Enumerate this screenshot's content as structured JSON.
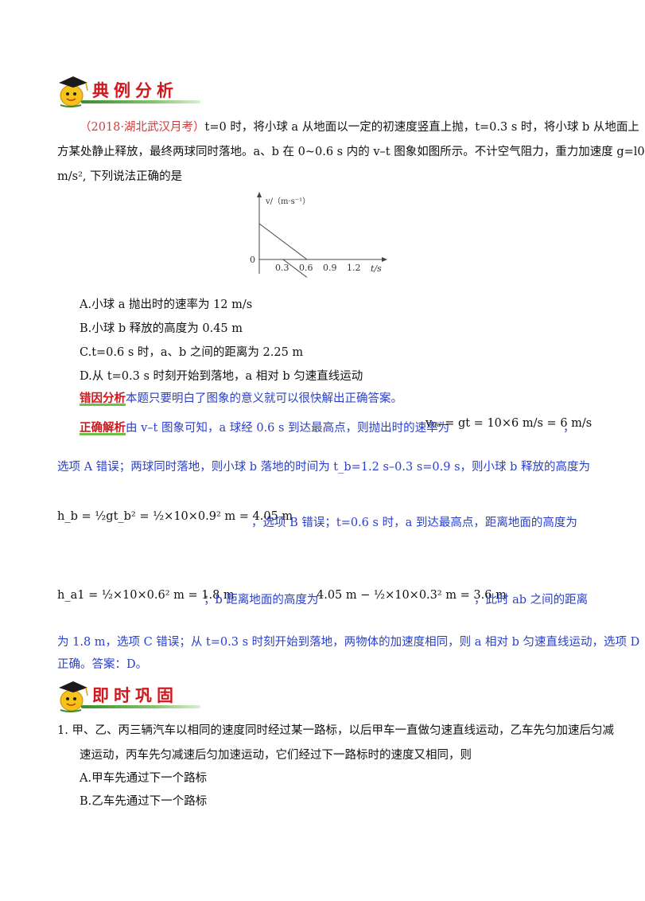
{
  "banner1": {
    "title": "典例分析"
  },
  "problem": {
    "source": "（2018·湖北武汉月考）",
    "line1": "t=0 时，将小球 a 从地面以一定的初速度竖直上抛，t=0.3  s 时，将小球 b 从地面上",
    "line2": "方某处静止释放，最终两球同时落地。a、b 在 0~0.6  s 内的 v–t 图象如图所示。不计空气阻力，重力加速度 g=l0",
    "line3": "m/s², 下列说法正确的是"
  },
  "chart_data": {
    "type": "line",
    "ylabel": "v/（m·s⁻¹）",
    "xlabel": "t/s",
    "origin_label": "0",
    "x_ticks": [
      "0.3",
      "0.6",
      "0.9",
      "1.2"
    ],
    "series": [
      {
        "x": [
          0,
          0.6
        ],
        "y": [
          6,
          0
        ]
      },
      {
        "x": [
          0.3,
          0.6
        ],
        "y": [
          0,
          -3
        ]
      }
    ],
    "xlim": [
      0,
      1.4
    ],
    "ylim": [
      -3,
      7
    ]
  },
  "options": [
    {
      "key": "A.",
      "text": "小球 a 抛出时的速率为 12  m/s"
    },
    {
      "key": "B.",
      "text": "小球 b 释放的高度为 0.45  m"
    },
    {
      "key": "C.",
      "text": "t=0.6  s 时，a、b 之间的距离为 2.25  m"
    },
    {
      "key": "D.",
      "text": "从 t=0.3  s 时刻开始到落地，a 相对 b 匀速直线运动"
    }
  ],
  "error_analysis": {
    "label": "错因分析",
    "text": "本题只要明白了图象的意义就可以很快解出正确答案。"
  },
  "solution": {
    "label": "正确解析",
    "l1": "由 v–t 图象可知，a 球经 0.6  s 到达最高点，则抛出时的速率为",
    "f1": "v₀ₐ = gt = 10×6 m/s = 6 m/s",
    "l1_end": "，",
    "l2": "选项 A 错误；两球同时落地，则小球 b 落地的时间为 t_b=1.2  s–0.3  s=0.9  s，则小球 b 释放的高度为",
    "f2": "h_b = ½gt_b² = ½×10×0.9² m = 4.05 m",
    "l3": "，选项 B 错误；t=0.6  s 时，a 到达最高点，距离地面的高度为",
    "f3": "h_a1 = ½×10×0.6² m = 1.8 m",
    "l4a": "；b 距离地面的高度为",
    "f4": "4.05 m − ½×10×0.3² m = 3.6 m",
    "l4b": "，此时 ab 之间的距离",
    "l5": "为 1.8  m，选项 C 错误；从 t=0.3  s 时刻开始到落地，两物体的加速度相同，则 a 相对 b 匀速直线运动，选项 D",
    "l6": "正确。答案：D。"
  },
  "banner2": {
    "title": "即时巩固"
  },
  "q1": {
    "l1": "1. 甲、乙、丙三辆汽车以相同的速度同时经过某一路标，以后甲车一直做匀速直线运动，乙车先匀加速后匀减",
    "l2": "速运动，丙车先匀减速后匀加速运动，它们经过下一路标时的速度又相同，则",
    "options": [
      {
        "key": "A.",
        "text": "甲车先通过下一个路标"
      },
      {
        "key": "B.",
        "text": "乙车先通过下一个路标"
      }
    ]
  },
  "colors": {
    "title_red": "#d0181c",
    "blue_text": "#2a3fc8",
    "green_underline": "#6bc04a"
  },
  "icons": [
    "scholar-ball-mascot-icon"
  ]
}
